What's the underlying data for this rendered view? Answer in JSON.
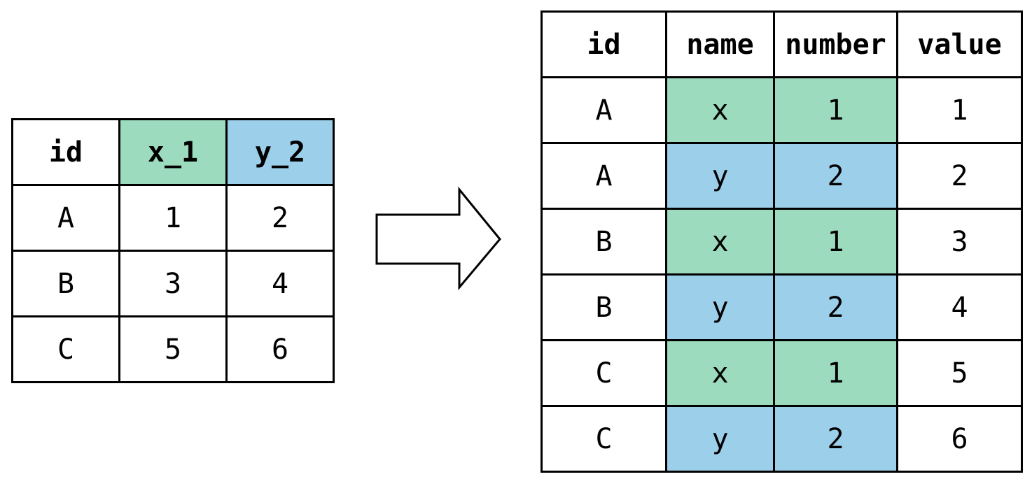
{
  "colors": {
    "x_fill": "#9cdbbe",
    "y_fill": "#9ccfea",
    "border": "#000000",
    "background": "#ffffff"
  },
  "left_table": {
    "headers": [
      "id",
      "x_1",
      "y_2"
    ],
    "header_fills": [
      null,
      "x_fill",
      "y_fill"
    ],
    "rows": [
      [
        "A",
        "1",
        "2"
      ],
      [
        "B",
        "3",
        "4"
      ],
      [
        "C",
        "5",
        "6"
      ]
    ]
  },
  "arrow": {
    "icon": "right-arrow-icon"
  },
  "right_table": {
    "headers": [
      "id",
      "name",
      "number",
      "value"
    ],
    "rows": [
      {
        "cells": [
          "A",
          "x",
          "1",
          "1"
        ],
        "group": "x_fill"
      },
      {
        "cells": [
          "A",
          "y",
          "2",
          "2"
        ],
        "group": "y_fill"
      },
      {
        "cells": [
          "B",
          "x",
          "1",
          "3"
        ],
        "group": "x_fill"
      },
      {
        "cells": [
          "B",
          "y",
          "2",
          "4"
        ],
        "group": "y_fill"
      },
      {
        "cells": [
          "C",
          "x",
          "1",
          "5"
        ],
        "group": "x_fill"
      },
      {
        "cells": [
          "C",
          "y",
          "2",
          "6"
        ],
        "group": "y_fill"
      }
    ]
  }
}
